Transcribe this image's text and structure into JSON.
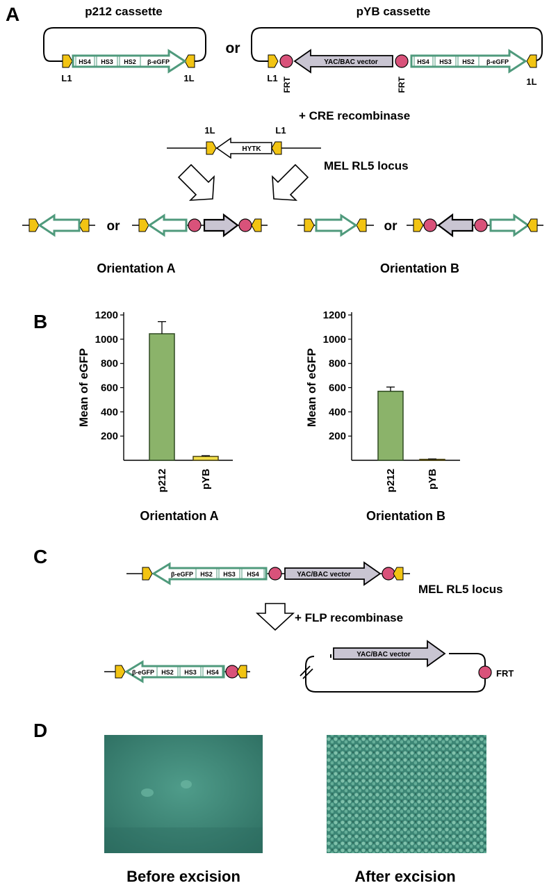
{
  "panels": {
    "a": {
      "letter": "A",
      "p212_title": "p212 cassette",
      "pyb_title": "pYB cassette",
      "or_word": "or",
      "hs4": "HS4",
      "hs3": "HS3",
      "hs2": "HS2",
      "egfp": "β-eGFP",
      "l1": "L1",
      "one_l": "1L",
      "frt": "FRT",
      "vector": "YAC/BAC vector",
      "cre": "+ CRE recombinase",
      "hytk": "HYTK",
      "locus": "MEL RL5 locus",
      "orientation_a": "Orientation A",
      "orientation_b": "Orientation B"
    },
    "b": {
      "letter": "B",
      "ylabel": "Mean of eGFP"
    },
    "c": {
      "letter": "C",
      "locus": "MEL RL5 locus",
      "flp": "+ FLP recombinase",
      "vector": "YAC/BAC vector",
      "frt": "FRT",
      "egfp": "β-eGFP",
      "hs2": "HS2",
      "hs3": "HS3",
      "hs4": "HS4"
    },
    "d": {
      "letter": "D",
      "before": "Before excision",
      "after": "After excision"
    }
  },
  "chart_data": [
    {
      "type": "bar",
      "title": "Orientation A",
      "categories": [
        "p212",
        "pYB"
      ],
      "values": [
        1045,
        32
      ],
      "errors": [
        100,
        6
      ],
      "colors": [
        "#8bb36a",
        "#f3df4a"
      ],
      "ylabel": "Mean of eGFP",
      "ylim": [
        0,
        1200
      ],
      "yticks": [
        200,
        400,
        600,
        800,
        1000,
        1200
      ]
    },
    {
      "type": "bar",
      "title": "Orientation B",
      "categories": [
        "p212",
        "pYB"
      ],
      "values": [
        570,
        8
      ],
      "errors": [
        35,
        3
      ],
      "colors": [
        "#8bb36a",
        "#f3df4a"
      ],
      "ylabel": "Mean of eGFP",
      "ylim": [
        0,
        1200
      ],
      "yticks": [
        200,
        400,
        600,
        800,
        1000,
        1200
      ]
    }
  ]
}
